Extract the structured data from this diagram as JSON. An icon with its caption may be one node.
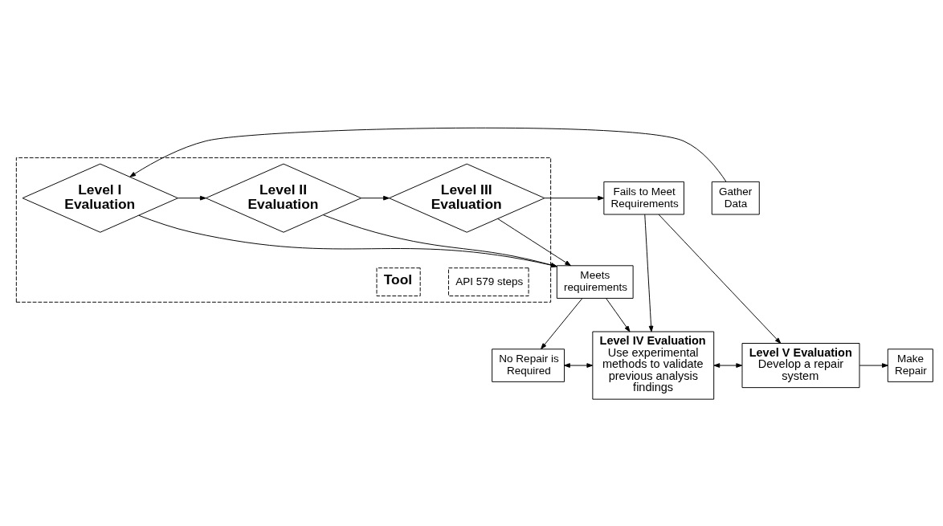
{
  "diagram": {
    "nodes": [
      {
        "text": [],
        "shape": "box"
      },
      {
        "text": [
          "Gather Data"
        ]
      },
      {
        "text": [
          "Level I Evaluation"
        ],
        "in": 0
      },
      {
        "text": [
          "Level II Evaluation"
        ],
        "in": 0
      },
      {
        "text": [
          "Level III Evaluation"
        ],
        "in": 0
      },
      {
        "text": [
          "API 579 steps"
        ],
        "in": 0
      },
      {
        "text": [
          "Tool"
        ],
        "in": 0
      },
      {
        "text": [
          "Meets requirements"
        ]
      },
      {
        "text": [
          "Fails to Meet Requirements"
        ]
      },
      {
        "text": [
          "No Repair is Required"
        ]
      },
      {
        "text": [
          "Level IV Evaluation",
          "Use experimental methods to validate previous analysis findings"
        ]
      },
      {
        "text": [
          "Level V Evaluation",
          "Develop a repair system"
        ]
      },
      {
        "text": [
          "Make Repair"
        ]
      }
    ],
    "edges": [
      {
        "from": 1,
        "to": 2,
        "arrow": "to"
      },
      {
        "from": 2,
        "to": 3,
        "arrow": "to"
      },
      {
        "from": 3,
        "to": 4,
        "arrow": "to"
      },
      {
        "from": 4,
        "to": 8,
        "arrow": "to"
      },
      {
        "from": 2,
        "to": 7,
        "arrow": "to"
      },
      {
        "from": 3,
        "to": 7,
        "arrow": "to"
      },
      {
        "from": 4,
        "to": 7,
        "arrow": "to"
      },
      {
        "from": 7,
        "to": 9,
        "arrow": "to"
      },
      {
        "from": 7,
        "to": 10,
        "arrow": "to"
      },
      {
        "from": 9,
        "to": 10,
        "arrow": "both"
      },
      {
        "from": 8,
        "to": 10,
        "arrow": "to"
      },
      {
        "from": 8,
        "to": 11,
        "arrow": "to"
      },
      {
        "from": 10,
        "to": 11,
        "arrow": "both"
      },
      {
        "from": 11,
        "to": 12,
        "arrow": "to"
      }
    ]
  }
}
